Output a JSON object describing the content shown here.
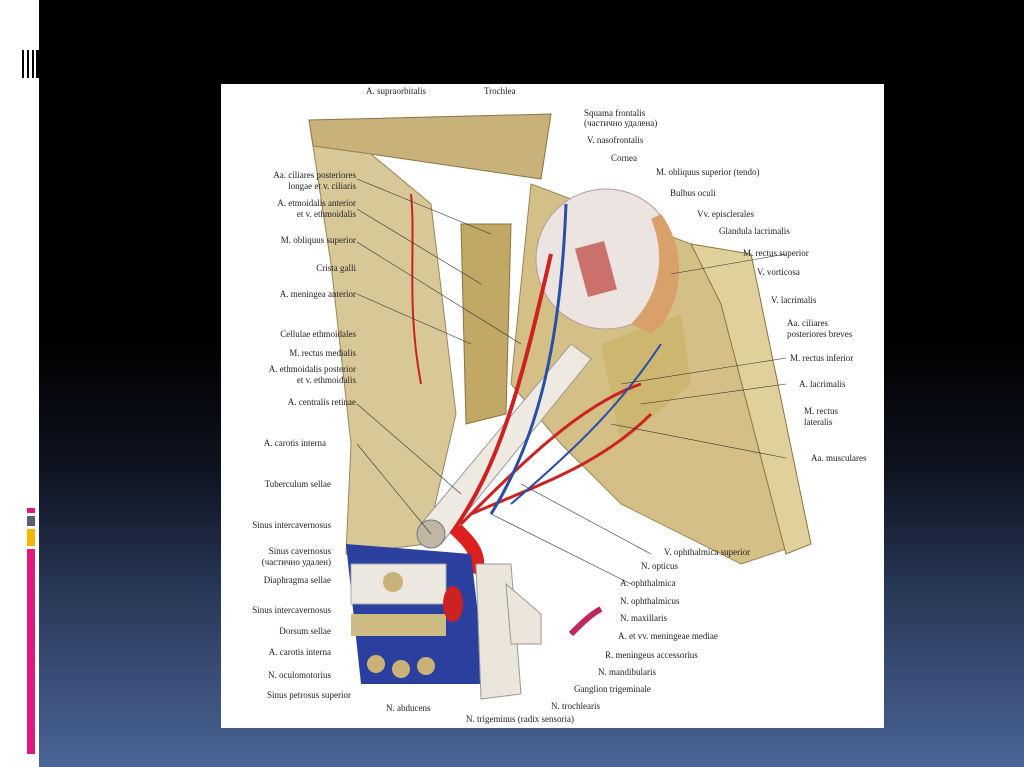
{
  "slide": {
    "accent_colors": [
      "#e0197a",
      "#56606e",
      "#f5b400",
      "#e0197a"
    ]
  },
  "figure": {
    "left_labels": [
      "Aa. ciliares posteriores",
      "longae et v. ciliaris",
      "A. etmoidalis anterior",
      "et v. ethmoidalis",
      "M. obliquus superior",
      "Crista galli",
      "A. meningea anterior",
      "Cellulae ethmoidales",
      "M. rectus medialis",
      "A. ethmoidalis posterior",
      "et v. ethmoidalis",
      "A. centralis retinae",
      "A. carotis interna",
      "Tuberculum sellae",
      "Sinus intercavernosus",
      "Sinus cavernosus",
      "(частично удален)",
      "Diaphragma sellae",
      "Sinus intercavernosus",
      "Dorsum sellae",
      "A. carotis interna",
      "N. oculomotorius",
      "Sinus petrosus superior"
    ],
    "top_labels": [
      "A. supraorbitalis",
      "Trochlea"
    ],
    "right_labels": [
      "Squama frontalis",
      "(частично удалена)",
      "V. nasofrontalis",
      "Cornea",
      "M. obliquus superior (tendo)",
      "Bulbus oculi",
      "Vv. episclerales",
      "Glandula lacrimalis",
      "M. rectus superior",
      "V. vorticosa",
      "V. lacrimalis",
      "Aa. ciliares",
      "posteriores breves",
      "M. rectus inferior",
      "A. lacrimalis",
      "M. rectus",
      "lateralis",
      "Aa. musculares"
    ],
    "bottom_labels": [
      "V. ophthalmica superior",
      "N. opticus",
      "A. ophthalmica",
      "N. ophthalmicus",
      "N. maxillaris",
      "A. et vv. meningeae mediae",
      "R. meningeus accessorius",
      "N. mandibularis",
      "Ganglion trigeminale",
      "N. trochlearis",
      "N. trigeminus  (radix sensoria)",
      "N. abducens"
    ]
  }
}
